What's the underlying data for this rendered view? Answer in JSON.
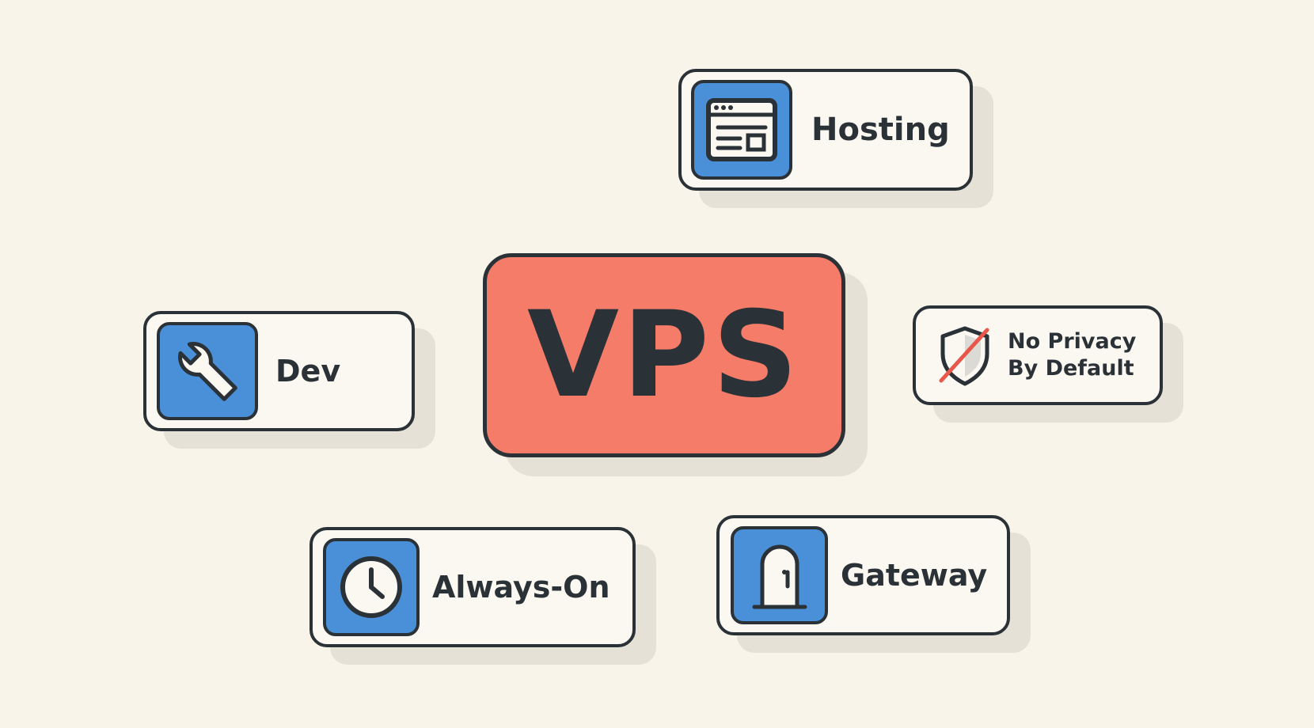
{
  "center": {
    "label": "VPS"
  },
  "nodes": {
    "hosting": {
      "label": "Hosting",
      "icon": "browser-window-icon"
    },
    "dev": {
      "label": "Dev",
      "icon": "wrench-icon"
    },
    "always_on": {
      "label": "Always-On",
      "icon": "clock-icon"
    },
    "gateway": {
      "label": "Gateway",
      "icon": "door-icon"
    },
    "privacy": {
      "line1": "No Privacy",
      "line2": "By Default",
      "icon": "shield-crossed-icon"
    }
  },
  "colors": {
    "background": "#f8f4ea",
    "card": "#fbf8f1",
    "center": "#f67c6a",
    "icon_tile": "#4a90d9",
    "ink": "#2b3237",
    "strike": "#e8574a"
  }
}
